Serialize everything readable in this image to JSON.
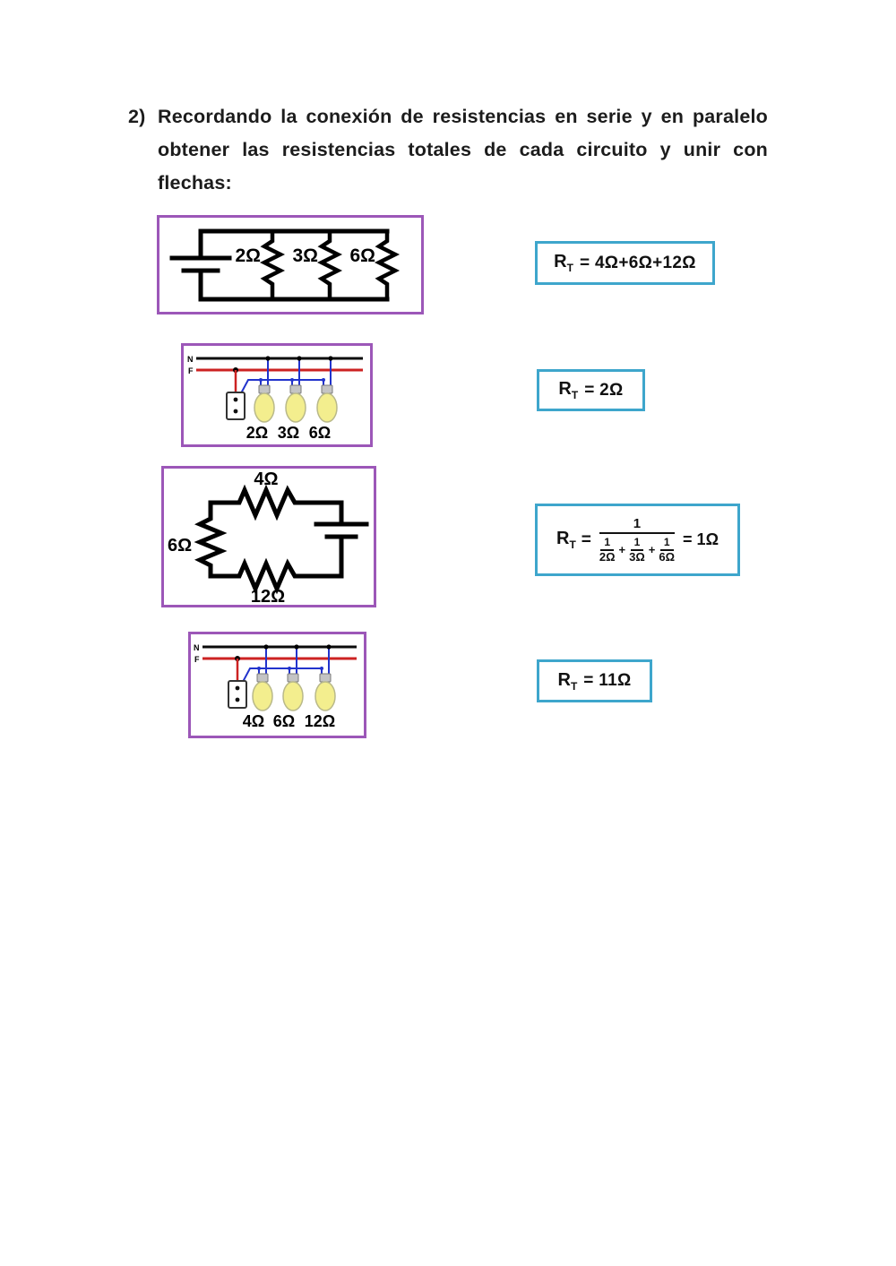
{
  "heading": {
    "number": "2)",
    "text": "Recordando la conexión de resistencias en serie y en paralelo obtener las resistencias totales de cada circuito y unir con flechas:"
  },
  "circuits": {
    "c1": {
      "labels": [
        "2Ω",
        "3Ω",
        "6Ω"
      ]
    },
    "c2": {
      "n": "N",
      "f": "F",
      "labels": [
        "2Ω",
        "3Ω",
        "6Ω"
      ]
    },
    "c3": {
      "top": "4Ω",
      "left": "6Ω",
      "bottom": "12Ω"
    },
    "c4": {
      "n": "N",
      "f": "F",
      "labels": [
        "4Ω",
        "6Ω",
        "12Ω"
      ]
    }
  },
  "answers": {
    "a1": {
      "r": "R",
      "sub": "T",
      "expr": "= 4Ω+6Ω+12Ω"
    },
    "a2": {
      "r": "R",
      "sub": "T",
      "expr": "= 2Ω"
    },
    "a3": {
      "r": "R",
      "sub": "T",
      "eq": "=",
      "numerator": "1",
      "plus": "+",
      "terms": [
        {
          "num": "1",
          "den": "2Ω"
        },
        {
          "num": "1",
          "den": "3Ω"
        },
        {
          "num": "1",
          "den": "6Ω"
        }
      ],
      "result": "= 1Ω"
    },
    "a4": {
      "r": "R",
      "sub": "T",
      "expr": "= 11Ω"
    }
  },
  "colors": {
    "circuit_border": "#9c57b8",
    "answer_border": "#3ea6cc",
    "wire_black": "#000000",
    "phase_line_red": "#cc2222",
    "lamp_wire_blue": "#2233cc",
    "lamp_fill_yellow": "#f3ee8e"
  }
}
